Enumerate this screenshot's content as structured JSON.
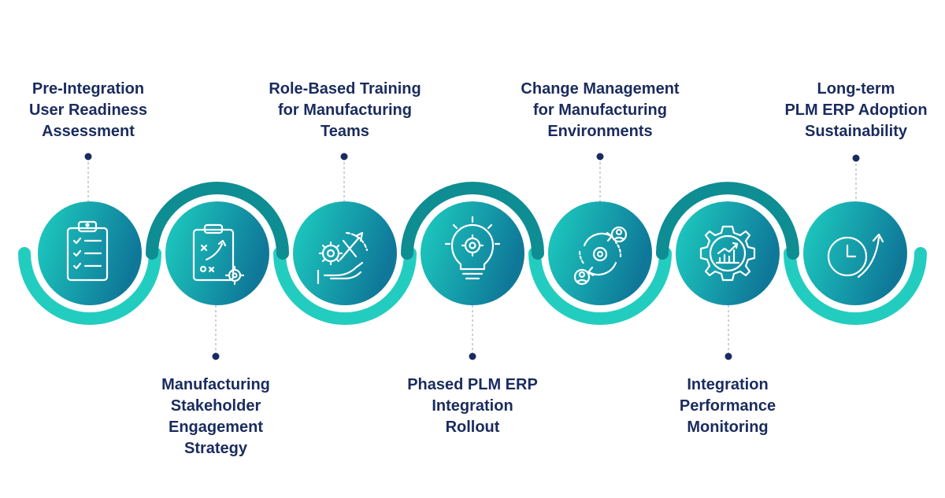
{
  "steps": [
    {
      "label": [
        "Pre-Integration",
        "User Readiness",
        "Assessment"
      ],
      "position": "top",
      "icon": "clipboard-checklist-icon"
    },
    {
      "label": [
        "Manufacturing",
        "Stakeholder",
        "Engagement",
        "Strategy"
      ],
      "position": "bottom",
      "icon": "strategy-plan-icon"
    },
    {
      "label": [
        "Role-Based Training",
        "for Manufacturing",
        "Teams"
      ],
      "position": "top",
      "icon": "gear-hand-tools-icon"
    },
    {
      "label": [
        "Phased PLM ERP",
        "Integration",
        "Rollout"
      ],
      "position": "bottom",
      "icon": "lightbulb-gear-icon"
    },
    {
      "label": [
        "Change Management",
        "for Manufacturing",
        "Environments"
      ],
      "position": "top",
      "icon": "change-cycle-people-icon"
    },
    {
      "label": [
        "Integration",
        "Performance",
        "Monitoring"
      ],
      "position": "bottom",
      "icon": "gear-chart-icon"
    },
    {
      "label": [
        "Long-term",
        "PLM ERP Adoption",
        "Sustainability"
      ],
      "position": "top",
      "icon": "clock-growth-arrow-icon"
    }
  ],
  "colors": {
    "text": "#1a2b5e",
    "ring_light": "#22cdc0",
    "ring_dark": "#0e8d93",
    "circle_start": "#1ecfc1",
    "circle_end": "#0f7899",
    "connector": "#b8b8b8",
    "dot": "#1a2b5e"
  }
}
